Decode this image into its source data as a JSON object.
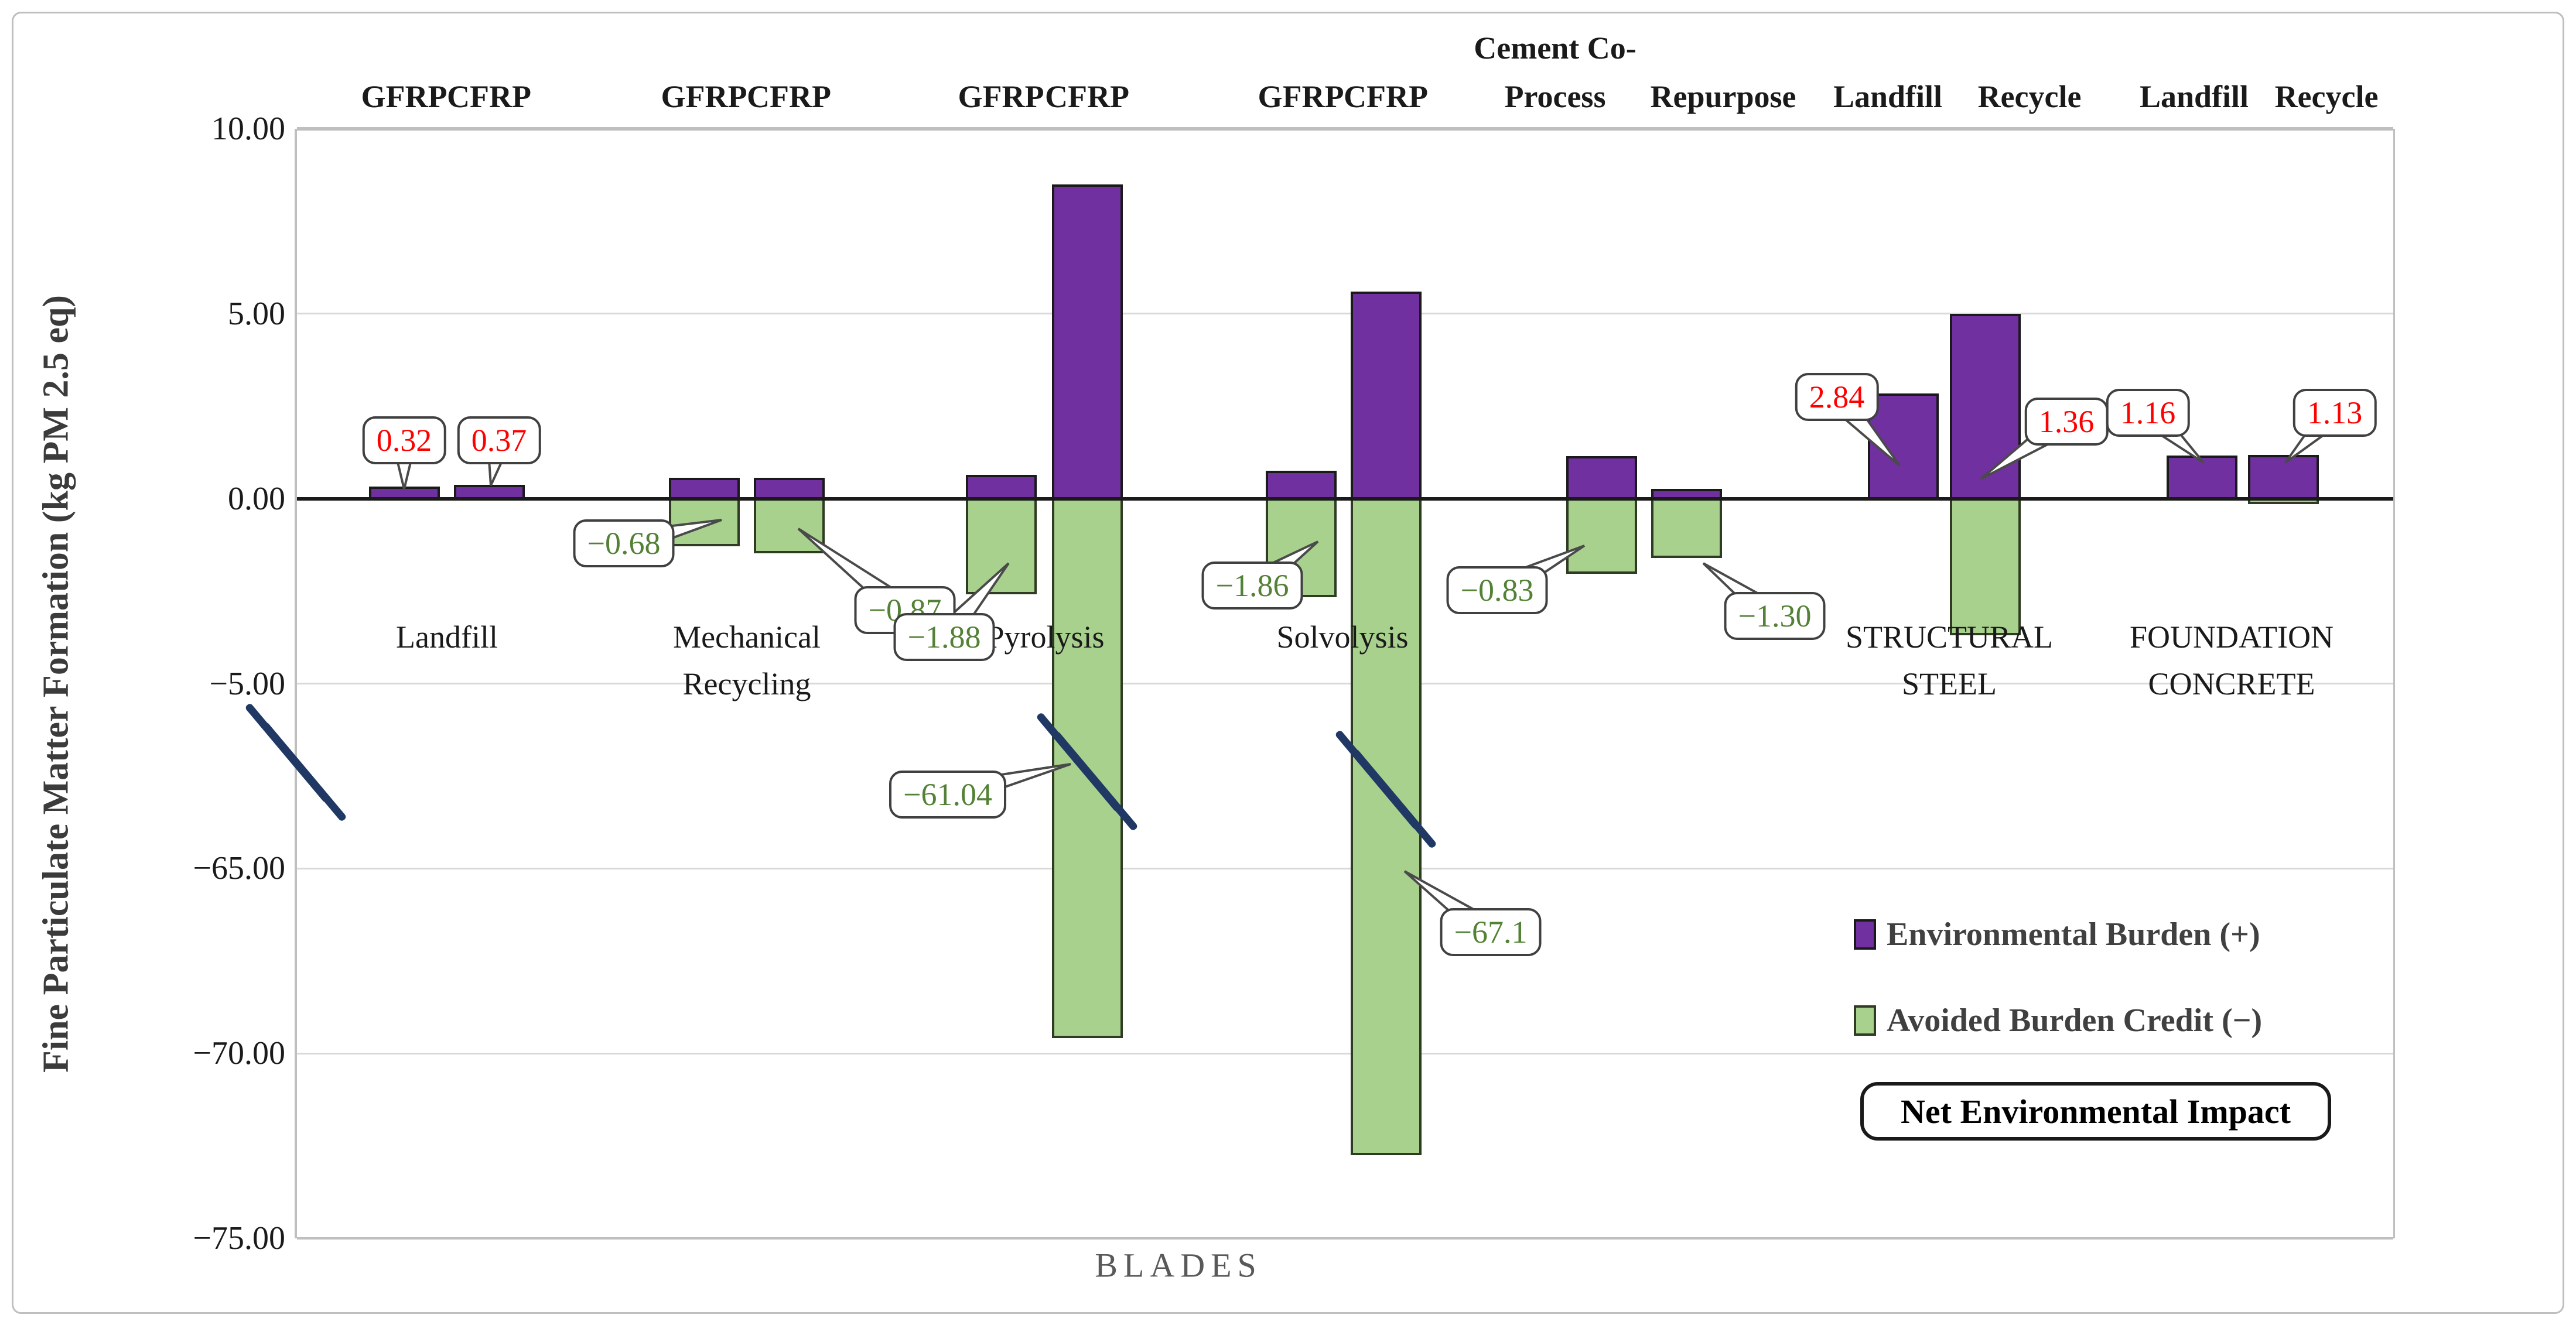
{
  "figure": {
    "y_axis_title": "Fine Particulate Matter Formation (kg PM 2.5 eq)",
    "x_axis_title": "BLADES"
  },
  "legend": {
    "burden_label": "Environmental Burden (+)",
    "credit_label": "Avoided Burden Credit (−)",
    "net_label": "Net Environmental Impact"
  },
  "colors": {
    "burden_fill": "#7030A0",
    "credit_fill": "#A9D18E",
    "net_positive_text": "#FF0000",
    "net_negative_text": "#538135",
    "break_mark": "#1F3864",
    "gridline": "#D9D9D9",
    "axis_line": "#1A1A1A"
  },
  "chart_data": {
    "type": "bar",
    "title": "",
    "xlabel": "BLADES",
    "ylabel": "Fine Particulate Matter Formation (kg PM 2.5 eq)",
    "ylim_upper_segment": [
      -5,
      10
    ],
    "ylim_lower_segment": [
      -75,
      -65
    ],
    "axis_break_between": [
      -5,
      -65
    ],
    "grid": true,
    "legend_position": "inside-right",
    "y_ticks": [
      {
        "value": 10,
        "label": "10.00"
      },
      {
        "value": 5,
        "label": "5.00"
      },
      {
        "value": 0,
        "label": "0.00"
      },
      {
        "value": -5,
        "label": "−5.00"
      },
      {
        "value": -65,
        "label": "−65.00"
      },
      {
        "value": -70,
        "label": "−70.00"
      },
      {
        "value": -75,
        "label": "−75.00"
      }
    ],
    "series": [
      {
        "name": "Environmental Burden (+)",
        "color": "#7030A0"
      },
      {
        "name": "Avoided Burden Credit (−)",
        "color": "#A9D18E"
      }
    ],
    "groups": [
      {
        "id": "blades-landfill",
        "label_lines": [
          "Landfill"
        ],
        "bars": [
          {
            "id": "landfill-gfrp",
            "header_lines": [
              "GFRP"
            ],
            "burden": 0.32,
            "credit": 0.0,
            "net": 0.32,
            "net_label": "0.32",
            "net_sign": "positive",
            "broken": false
          },
          {
            "id": "landfill-cfrp",
            "header_lines": [
              "CFRP"
            ],
            "burden": 0.37,
            "credit": 0.0,
            "net": 0.37,
            "net_label": "0.37",
            "net_sign": "positive",
            "broken": false
          }
        ]
      },
      {
        "id": "mechanical-recycling",
        "label_lines": [
          "Mechanical",
          "Recycling"
        ],
        "bars": [
          {
            "id": "mech-gfrp",
            "header_lines": [
              "GFRP"
            ],
            "burden": 0.56,
            "credit": -1.24,
            "net": -0.68,
            "net_label": "−0.68",
            "net_sign": "negative",
            "broken": false
          },
          {
            "id": "mech-cfrp",
            "header_lines": [
              "CFRP"
            ],
            "burden": 0.56,
            "credit": -1.43,
            "net": -0.87,
            "net_label": "−0.87",
            "net_sign": "negative",
            "broken": false
          }
        ]
      },
      {
        "id": "pyrolysis",
        "label_lines": [
          "Pyrolysis"
        ],
        "bars": [
          {
            "id": "pyro-gfrp",
            "header_lines": [
              "GFRP"
            ],
            "burden": 0.65,
            "credit": -2.53,
            "net": -1.88,
            "net_label": "−1.88",
            "net_sign": "negative",
            "broken": false
          },
          {
            "id": "pyro-cfrp",
            "header_lines": [
              "CFRP"
            ],
            "burden": 8.5,
            "credit": -69.54,
            "net": -61.04,
            "net_label": "−61.04",
            "net_sign": "negative",
            "broken": true
          }
        ]
      },
      {
        "id": "solvolysis",
        "label_lines": [
          "Solvolysis"
        ],
        "bars": [
          {
            "id": "solvo-gfrp",
            "header_lines": [
              "GFRP"
            ],
            "burden": 0.75,
            "credit": -2.61,
            "net": -1.86,
            "net_label": "−1.86",
            "net_sign": "negative",
            "broken": false
          },
          {
            "id": "solvo-cfrp",
            "header_lines": [
              "CFRP"
            ],
            "burden": 5.6,
            "credit": -72.7,
            "net": -67.1,
            "net_label": "−67.1",
            "net_sign": "negative",
            "broken": true
          }
        ]
      },
      {
        "id": "cement-co-process",
        "label_lines": [],
        "bars": [
          {
            "id": "cement-co-process",
            "header_lines": [
              "Cement Co-",
              "Process"
            ],
            "burden": 1.15,
            "credit": -1.98,
            "net": -0.83,
            "net_label": "−0.83",
            "net_sign": "negative",
            "broken": false
          }
        ]
      },
      {
        "id": "repurpose",
        "label_lines": [],
        "bars": [
          {
            "id": "repurpose",
            "header_lines": [
              "Repurpose"
            ],
            "burden": 0.26,
            "credit": -1.56,
            "net": -1.3,
            "net_label": "−1.30",
            "net_sign": "negative",
            "broken": false
          }
        ]
      },
      {
        "id": "structural-steel",
        "label_lines": [
          "STRUCTURAL",
          "STEEL"
        ],
        "bars": [
          {
            "id": "steel-landfill",
            "header_lines": [
              "Landfill"
            ],
            "burden": 2.84,
            "credit": 0.0,
            "net": 2.84,
            "net_label": "2.84",
            "net_sign": "positive",
            "broken": false
          },
          {
            "id": "steel-recycle",
            "header_lines": [
              "Recycle"
            ],
            "burden": 5.0,
            "credit": -3.64,
            "net": 1.36,
            "net_label": "1.36",
            "net_sign": "positive",
            "broken": false
          }
        ]
      },
      {
        "id": "foundation-concrete",
        "label_lines": [
          "FOUNDATION",
          "CONCRETE"
        ],
        "bars": [
          {
            "id": "concrete-landfill",
            "header_lines": [
              "Landfill"
            ],
            "burden": 1.16,
            "credit": 0.0,
            "net": 1.16,
            "net_label": "1.16",
            "net_sign": "positive",
            "broken": false
          },
          {
            "id": "concrete-recycle",
            "header_lines": [
              "Recycle"
            ],
            "burden": 1.18,
            "credit": -0.05,
            "net": 1.13,
            "net_label": "1.13",
            "net_sign": "positive",
            "broken": false
          }
        ]
      }
    ]
  }
}
